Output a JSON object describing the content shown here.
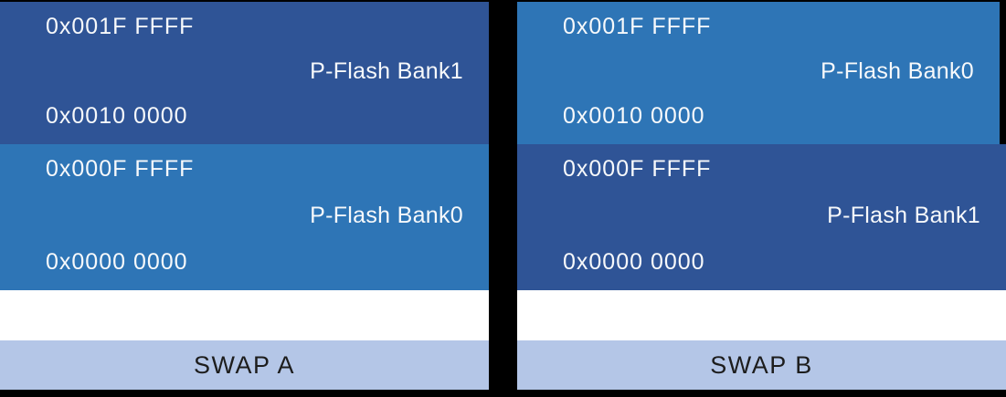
{
  "figure": {
    "type": "memory-map-diagram",
    "description_visible_only": "Two flash memory bank maps shown side by side"
  },
  "colors": {
    "bank_dark": "#2F5496",
    "bank_light": "#2E75B6",
    "swap_bar": "#B4C6E7",
    "gap": "#FFFFFF",
    "background": "#000000",
    "address_text": "#F7F9FB",
    "swap_text": "#1D1D1D"
  },
  "panels": [
    {
      "swap_label": "SWAP A",
      "blocks": [
        {
          "shade": "dark",
          "top_address": "0x001F FFFF",
          "label": "P-Flash Bank1",
          "bottom_address": "0x0010 0000"
        },
        {
          "shade": "light",
          "top_address": "0x000F FFFF",
          "label": "P-Flash Bank0",
          "bottom_address": "0x0000 0000"
        }
      ]
    },
    {
      "swap_label": "SWAP B",
      "blocks": [
        {
          "shade": "light",
          "top_address": "0x001F FFFF",
          "label": "P-Flash Bank0",
          "bottom_address": "0x0010 0000"
        },
        {
          "shade": "dark",
          "top_address": "0x000F FFFF",
          "label": "P-Flash Bank1",
          "bottom_address": "0x0000 0000"
        }
      ]
    }
  ]
}
